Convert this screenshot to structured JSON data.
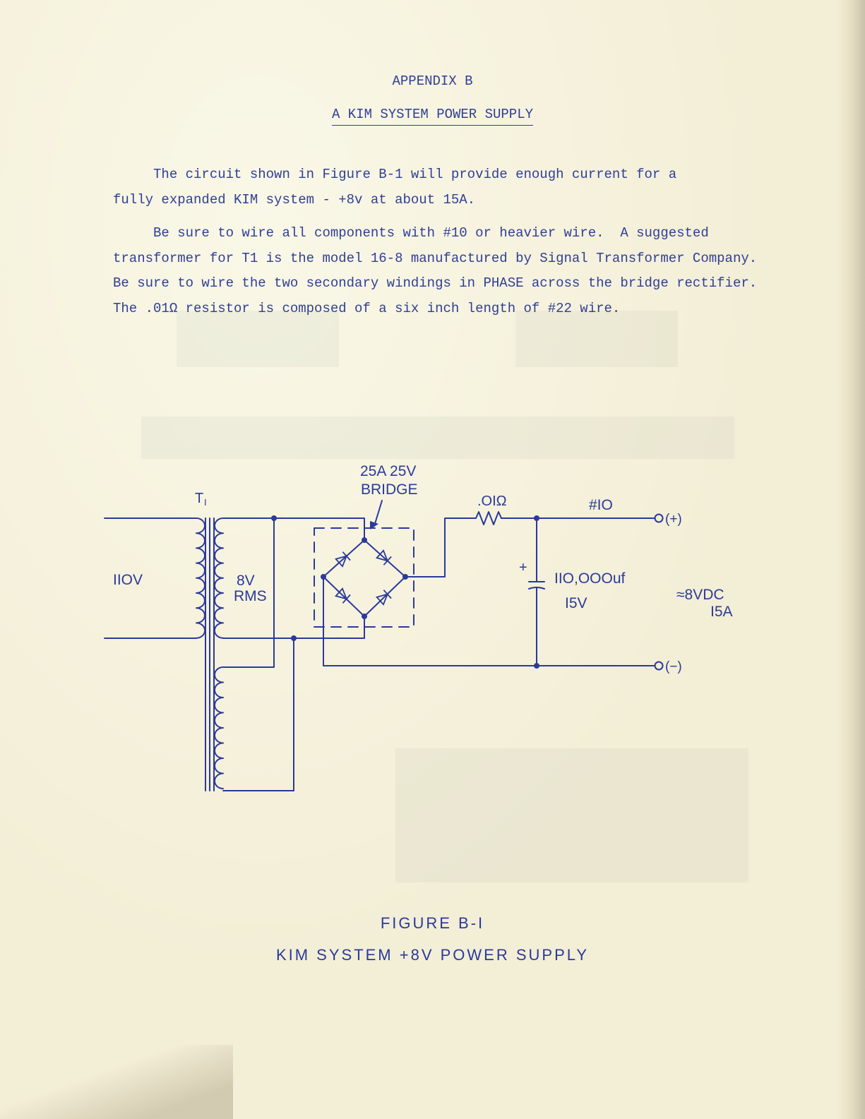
{
  "document": {
    "appendix": "APPENDIX B",
    "title": "A KIM SYSTEM POWER SUPPLY",
    "paragraph1": [
      "     The circuit shown in Figure B-1 will provide enough current for a",
      "fully expanded KIM system - +8v at about 15A."
    ],
    "paragraph2": [
      "     Be sure to wire all components with #10 or heavier wire.  A suggested",
      "transformer for T1 is the model 16-8 manufactured by Signal Transformer Company.",
      "Be sure to wire the two secondary windings in PHASE across the bridge rectifier.",
      "The .01Ω resistor is composed of a six inch length of #22 wire."
    ]
  },
  "schematic": {
    "transformer_label": "T",
    "transformer_sub": "I",
    "input_voltage": "IIOV",
    "secondary_voltage": "8V",
    "secondary_unit": "RMS",
    "bridge_rating": "25A 25V",
    "bridge_label": "BRIDGE",
    "resistor_label": ".OIΩ",
    "wire_gauge": "#IO",
    "capacitor_polarity": "+",
    "capacitor_value": "IIO,OOOuf",
    "capacitor_voltage": "I5V",
    "output_voltage": "≈8VDC",
    "output_current": "I5A",
    "terminal_positive": "(+)",
    "terminal_negative": "(−)"
  },
  "figure": {
    "number": "FIGURE  B-I",
    "caption": "KIM  SYSTEM  +8V  POWER  SUPPLY"
  },
  "colors": {
    "paper": "#f3eed6",
    "ink": "#2a3a9a"
  }
}
